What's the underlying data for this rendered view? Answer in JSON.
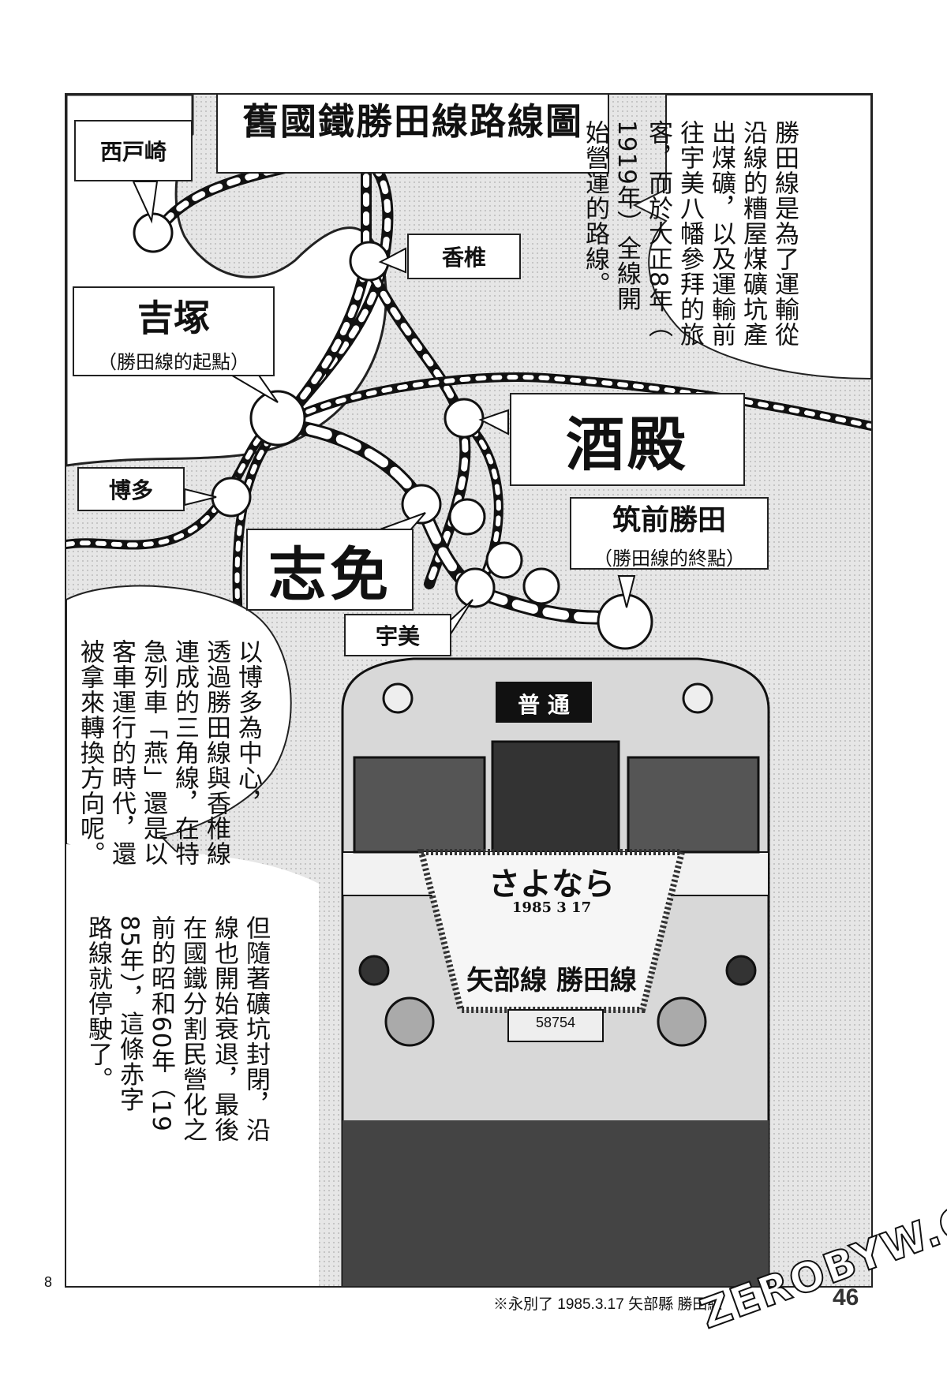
{
  "title": "舊國鐵勝田線路線圖",
  "stations": {
    "nishitozaki": "西戸崎",
    "kashii": "香椎",
    "yoshizuka": "吉塚",
    "yoshizuka_note": "（勝田線的起點）",
    "sakado": "酒殿",
    "hakata": "博多",
    "shime": "志免",
    "chikuzen_katsuta": "筑前勝田",
    "chikuzen_katsuta_note": "（勝田線的終點）",
    "umi": "宇美"
  },
  "narration": {
    "top": "勝田線是為了運輸從\n沿線的糟屋煤礦坑產\n出煤礦，以及運輸前\n往宇美八幡參拜的旅\n客，而於大正8年（\n1919年）全線開\n始營運的路線。",
    "middle": "以博多為中心，\n透過勝田線與香椎線\n連成的三角線，在特\n急列車「燕」還是以\n客車運行的時代，還\n被拿來轉換方向呢。",
    "bottom": "但隨著礦坑封閉，沿\n線也開始衰退，最後\n在國鐵分割民營化之\n前的昭和60年（19\n85年），這條赤字\n路線就停駛了。"
  },
  "train": {
    "destination_sign": "普 通",
    "headboard_main": "さよなら",
    "headboard_date": "1985 3 17",
    "headboard_lines": "矢部線 勝田線",
    "car_number": "58754"
  },
  "page_number_left": "8",
  "caption": "※永別了 1985.3.17 矢部縣 勝田線",
  "page_number_right": "46",
  "watermark": "ZEROBYW.COM"
}
